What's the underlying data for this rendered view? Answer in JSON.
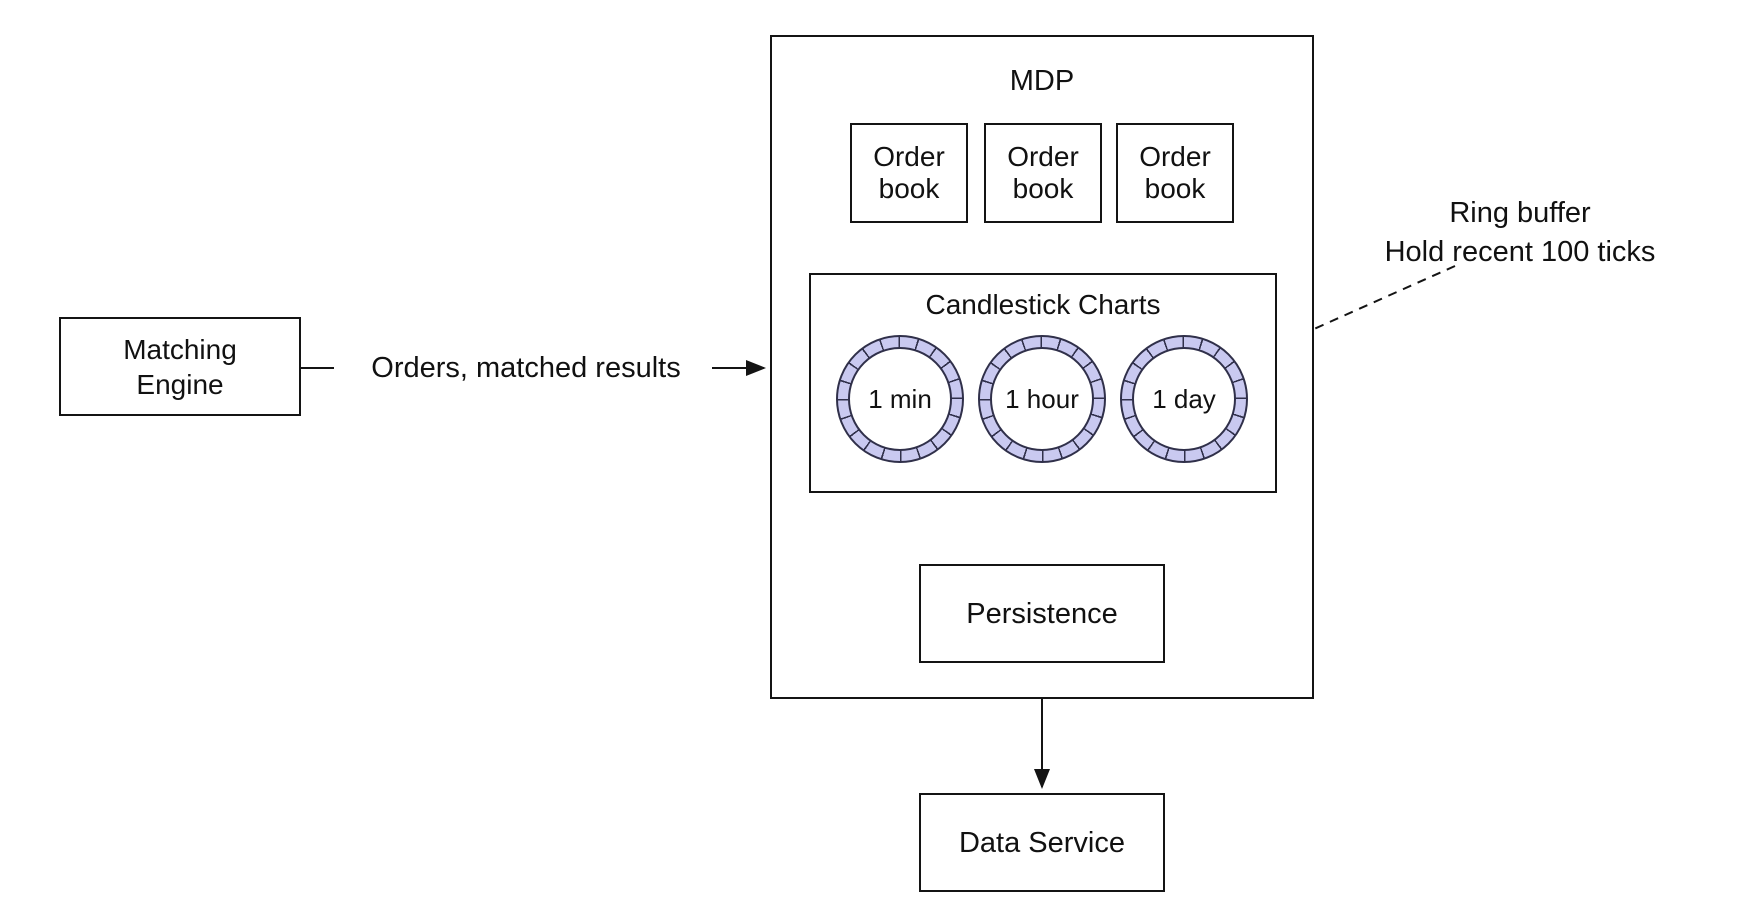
{
  "diagram": {
    "background_color": "#ffffff",
    "line_color": "#141414",
    "ring_fill_color": "#c9c9f0",
    "ring_stroke_color": "#30304a",
    "nodes": {
      "matching_engine": {
        "label": "Matching\nEngine"
      },
      "mdp": {
        "label": "MDP"
      },
      "order_books": [
        {
          "label": "Order\nbook"
        },
        {
          "label": "Order\nbook"
        },
        {
          "label": "Order\nbook"
        }
      ],
      "candlestick": {
        "title": "Candlestick Charts",
        "rings": [
          {
            "label": "1 min"
          },
          {
            "label": "1 hour"
          },
          {
            "label": "1 day"
          }
        ]
      },
      "persistence": {
        "label": "Persistence"
      },
      "data_service": {
        "label": "Data Service"
      }
    },
    "edges": {
      "orders_label": "Orders, matched results"
    },
    "annotation": {
      "text": "Ring buffer\nHold recent 100 ticks"
    }
  }
}
